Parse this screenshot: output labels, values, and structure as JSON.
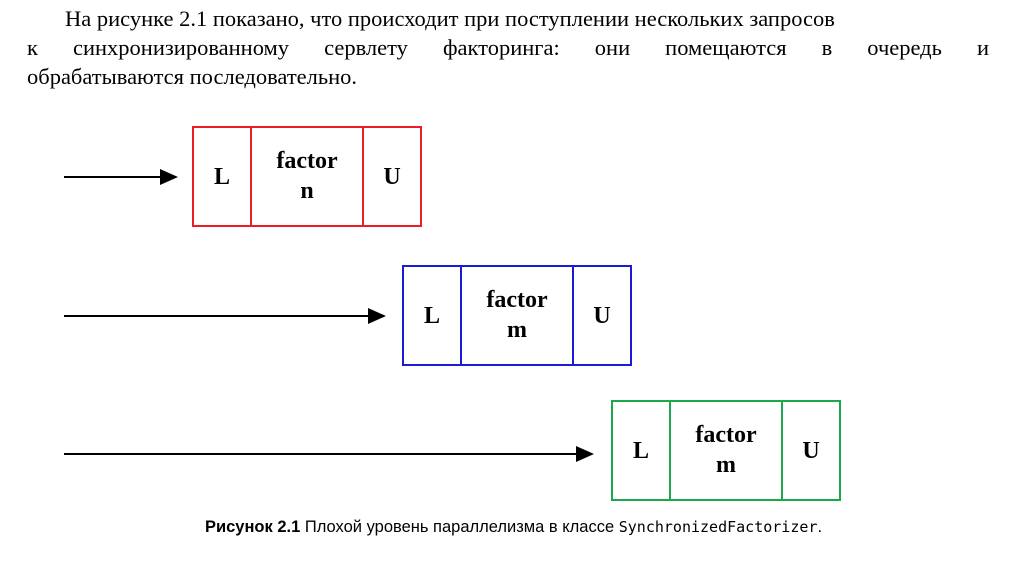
{
  "paragraph": {
    "line1": "На рисунке 2.1 показано, что происходит при поступлении нескольких запросов",
    "line2": "к синхронизированному сервлету факторинга: они помещаются в очередь и",
    "line3": "обрабатываются последовательно."
  },
  "figure": {
    "rows": [
      {
        "color": "#ee1c25",
        "lock": "L",
        "op": "factor",
        "arg": "n",
        "unlock": "U"
      },
      {
        "color": "#1b1bd6",
        "lock": "L",
        "op": "factor",
        "arg": "m",
        "unlock": "U"
      },
      {
        "color": "#1aa84b",
        "lock": "L",
        "op": "factor",
        "arg": "m",
        "unlock": "U"
      }
    ]
  },
  "caption": {
    "label": "Рисунок 2.1",
    "text": " Плохой уровень параллелизма в классе ",
    "code": "SynchronizedFactorizer",
    "end": "."
  }
}
